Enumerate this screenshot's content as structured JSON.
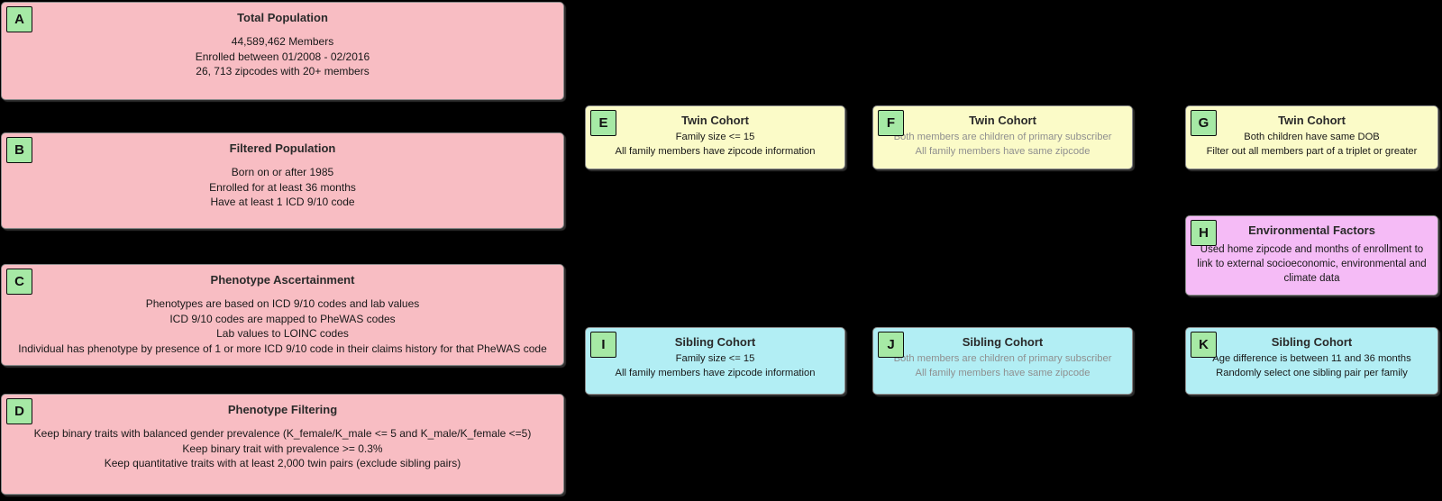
{
  "diagram": {
    "background": "#000000",
    "colors": {
      "population_box": "#F8BDC3",
      "twin_cohort_box": "#FBFBC8",
      "sibling_cohort_box": "#B2EEF4",
      "environmental_box": "#F5BBF6",
      "label_badge": "#A6E9A5",
      "muted_text": "#8F8F8F"
    },
    "boxes": [
      {
        "label": "A",
        "title": "Total Population",
        "lines": [
          "44,589,462 Members",
          "Enrolled between 01/2008 - 02/2016",
          "26, 713 zipcodes with 20+ members"
        ]
      },
      {
        "label": "B",
        "title": "Filtered Population",
        "lines": [
          "Born on or after 1985",
          "Enrolled for at least 36 months",
          "Have at least 1 ICD 9/10 code"
        ]
      },
      {
        "label": "C",
        "title": "Phenotype Ascertainment",
        "lines": [
          "Phenotypes are based on ICD 9/10 codes and lab values",
          "ICD 9/10 codes are mapped to PheWAS codes",
          "Lab values to LOINC codes",
          "Individual has phenotype by presence of 1 or more ICD 9/10 code in their claims history for that PheWAS code"
        ]
      },
      {
        "label": "D",
        "title": "Phenotype Filtering",
        "lines": [
          "Keep binary traits with balanced gender prevalence (K_female/K_male <= 5 and K_male/K_female <=5)",
          "Keep binary trait with prevalence >= 0.3%",
          "Keep quantitative traits with at least 2,000 twin pairs (exclude sibling pairs)"
        ]
      },
      {
        "label": "E",
        "title": "Twin Cohort",
        "lines": [
          "Family size <= 15",
          "All family members have zipcode information"
        ]
      },
      {
        "label": "F",
        "title": "Twin Cohort",
        "lines": [
          "Both members are children of primary subscriber",
          "All family members have same zipcode"
        ]
      },
      {
        "label": "G",
        "title": "Twin Cohort",
        "lines": [
          "Both children have same DOB",
          "Filter out all members part of a triplet or greater"
        ]
      },
      {
        "label": "H",
        "title": "Environmental Factors",
        "lines": [
          "Used home zipcode and months of enrollment to link to external socioeconomic, environmental and climate data"
        ]
      },
      {
        "label": "I",
        "title": "Sibling Cohort",
        "lines": [
          "Family size <= 15",
          "All family members have zipcode information"
        ]
      },
      {
        "label": "J",
        "title": "Sibling Cohort",
        "lines": [
          "Both members are children of primary subscriber",
          "All family members have same zipcode"
        ]
      },
      {
        "label": "K",
        "title": "Sibling Cohort",
        "lines": [
          "Age difference is between 11 and 36 months",
          "Randomly select one sibling pair per family"
        ]
      }
    ]
  }
}
